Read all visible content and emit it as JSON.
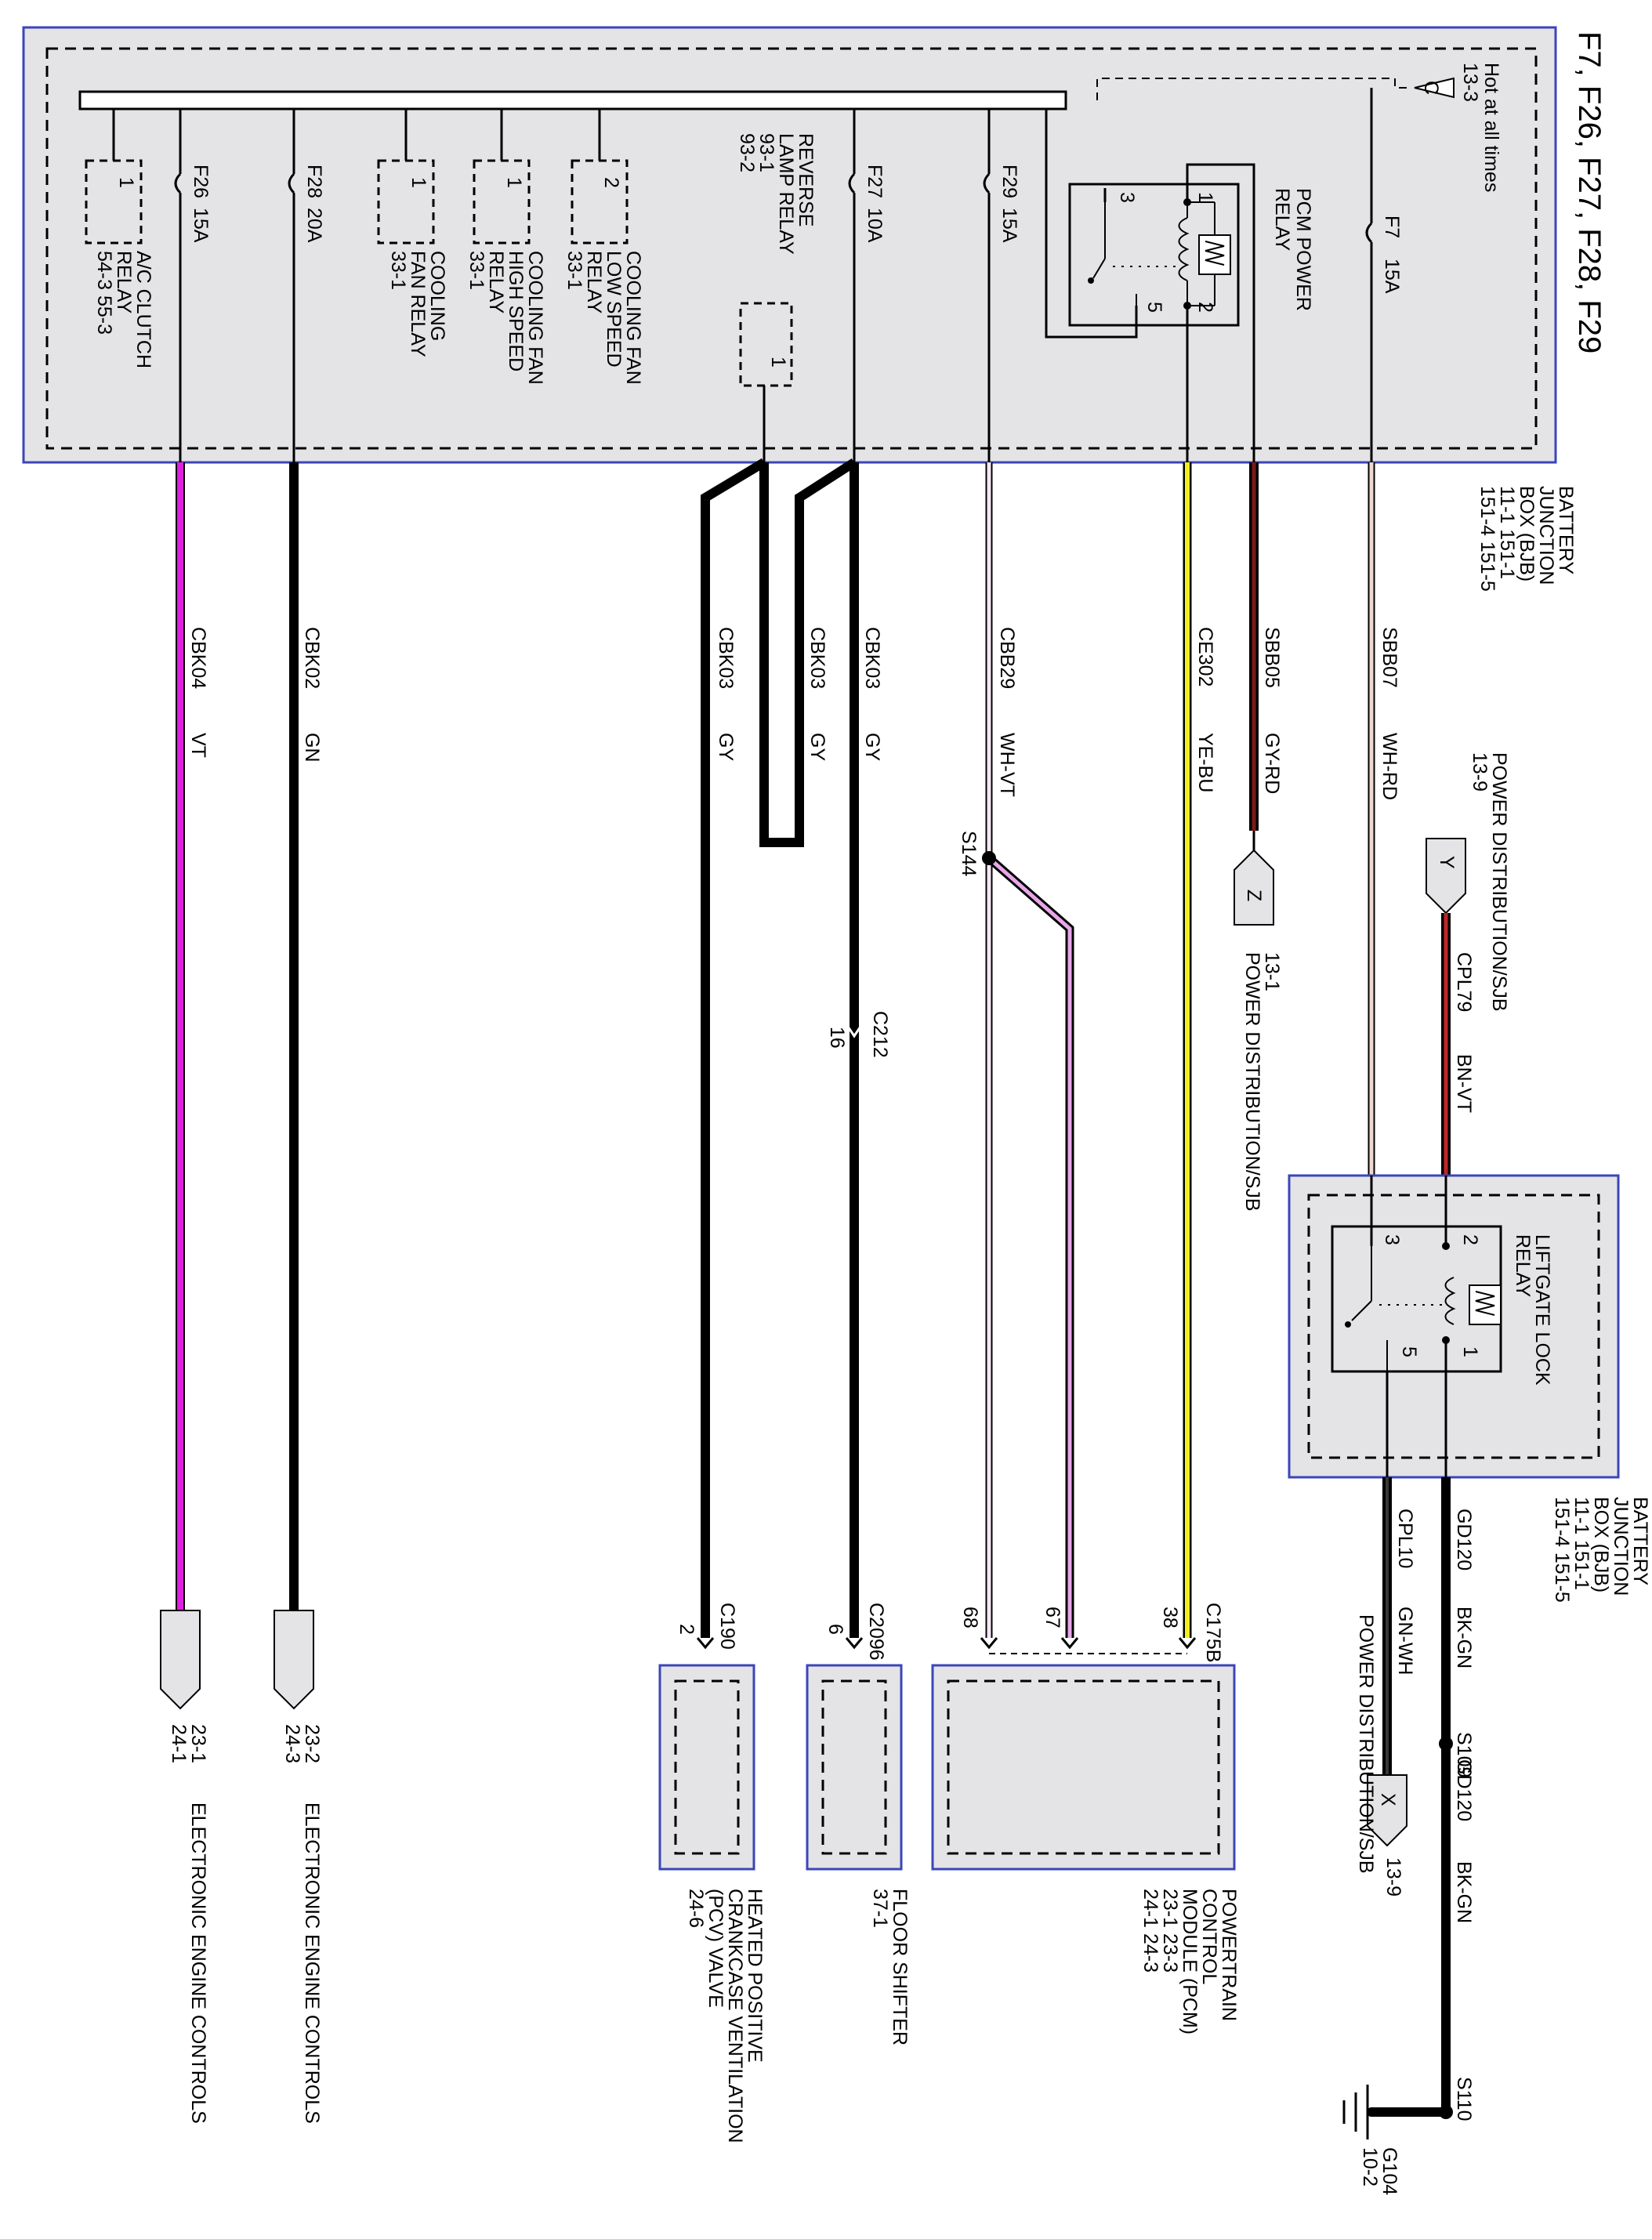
{
  "title": "F7, F26, F27, F28, F29",
  "bjb": {
    "lines": [
      "BATTERY",
      "JUNCTION",
      "BOX (BJB)",
      "11-1    151-1",
      "151-4   151-5"
    ],
    "hot_lines": [
      "Hot at all times",
      "13-3"
    ],
    "connector_letter": "C"
  },
  "fuses": [
    {
      "id": "F7",
      "rating": "15A"
    },
    {
      "id": "F29",
      "rating": "15A"
    },
    {
      "id": "F27",
      "rating": "10A"
    },
    {
      "id": "F28",
      "rating": "20A"
    },
    {
      "id": "F26",
      "rating": "15A"
    }
  ],
  "relays": {
    "pcm_power": {
      "lines": [
        "PCM POWER",
        "RELAY"
      ],
      "pins": [
        "1",
        "2",
        "3",
        "5"
      ]
    },
    "reverse_lamp": {
      "lines": [
        "REVERSE",
        "LAMP RELAY",
        "93-1",
        "93-2"
      ],
      "pin": "1"
    },
    "cooling_low": {
      "lines": [
        "COOLING FAN",
        "LOW SPEED",
        "RELAY",
        "33-1"
      ],
      "pin": "2"
    },
    "cooling_high": {
      "lines": [
        "COOLING FAN",
        "HIGH SPEED",
        "RELAY",
        "33-1"
      ],
      "pin": "1"
    },
    "cooling_fan": {
      "lines": [
        "COOLING",
        "FAN RELAY",
        "33-1"
      ],
      "pin": "1"
    },
    "ac_clutch": {
      "lines": [
        "A/C CLUTCH",
        "RELAY",
        "54-3    55-3"
      ],
      "pin": "1"
    }
  },
  "liftgate": {
    "lines": [
      "LIFTGATE LOCK",
      "RELAY"
    ],
    "pins": [
      "1",
      "2",
      "3",
      "5"
    ]
  },
  "wires": [
    {
      "circuit": "SBB07",
      "color": "WH-RD"
    },
    {
      "circuit": "SBB05",
      "color": "GY-RD"
    },
    {
      "circuit": "CE302",
      "color": "YE-BU"
    },
    {
      "circuit": "CBB29",
      "color": "WH-VT"
    },
    {
      "circuit": "CBK03",
      "color": "GY"
    },
    {
      "circuit": "CBK03",
      "color": "GY"
    },
    {
      "circuit": "CBK03",
      "color": "GY"
    },
    {
      "circuit": "CBK02",
      "color": "GN"
    },
    {
      "circuit": "CBK04",
      "color": "VT"
    },
    {
      "circuit": "CPL79",
      "color": "BN-VT"
    },
    {
      "circuit": "CBB29",
      "color": "WH-VT"
    },
    {
      "circuit": "CBB29",
      "color": "WH-VT"
    },
    {
      "circuit": "CBK03",
      "color": "GY"
    },
    {
      "circuit": "GD120",
      "color": "BK-GN"
    },
    {
      "circuit": "CPL10",
      "color": "GN-WH"
    },
    {
      "circuit": "GD120",
      "color": "BK-GN"
    }
  ],
  "power_dist_y": {
    "letter": "Y",
    "lines": [
      "POWER DISTRIBUTION/SJB",
      "13-9"
    ]
  },
  "power_dist_z": {
    "letter": "Z",
    "lines": [
      "13-1",
      "POWER DISTRIBUTION/SJB"
    ]
  },
  "power_dist_x": {
    "letter": "X",
    "lines": [
      "POWER DISTRIBUTION/SJB",
      "13-9"
    ]
  },
  "splices": [
    "S144",
    "S109",
    "S110"
  ],
  "c212": {
    "name": "C212",
    "pin": "16"
  },
  "ground": {
    "name": "G104",
    "ref": "10-2"
  },
  "bjb2": {
    "lines": [
      "BATTERY",
      "JUNCTION",
      "BOX (BJB)",
      "11-1    151-1",
      "151-4   151-5"
    ]
  },
  "pcm": {
    "connector": "C175B",
    "pins": [
      "38",
      "67",
      "68"
    ],
    "lines": [
      "POWERTRAIN",
      "CONTROL",
      "MODULE (PCM)",
      "23-1        23-3",
      "24-1        24-3"
    ]
  },
  "floor_shifter": {
    "connector": "C2096",
    "pin": "6",
    "lines": [
      "FLOOR SHIFTER",
      "37-1"
    ]
  },
  "pcv": {
    "connector": "C190",
    "pin": "2",
    "lines": [
      "HEATED POSITIVE",
      "CRANKCASE VENTILATION",
      "(PCV) VALVE",
      "24-6"
    ]
  },
  "eec1": {
    "refs": [
      "23-2",
      "24-3"
    ],
    "label": "ELECTRONIC ENGINE CONTROLS"
  },
  "eec2": {
    "refs": [
      "23-1",
      "24-1"
    ],
    "label": "ELECTRONIC ENGINE CONTROLS"
  },
  "colors": {
    "box_fill": "#e4e4e6",
    "box_border": "#3b46b8",
    "wire_black": "#000000",
    "wire_magenta": "#e020e0",
    "wire_yellow": "#f2ef1e",
    "wire_red": "#c0262a",
    "wire_maroon": "#7a1a1a",
    "wire_pink": "#e8a6e8"
  }
}
